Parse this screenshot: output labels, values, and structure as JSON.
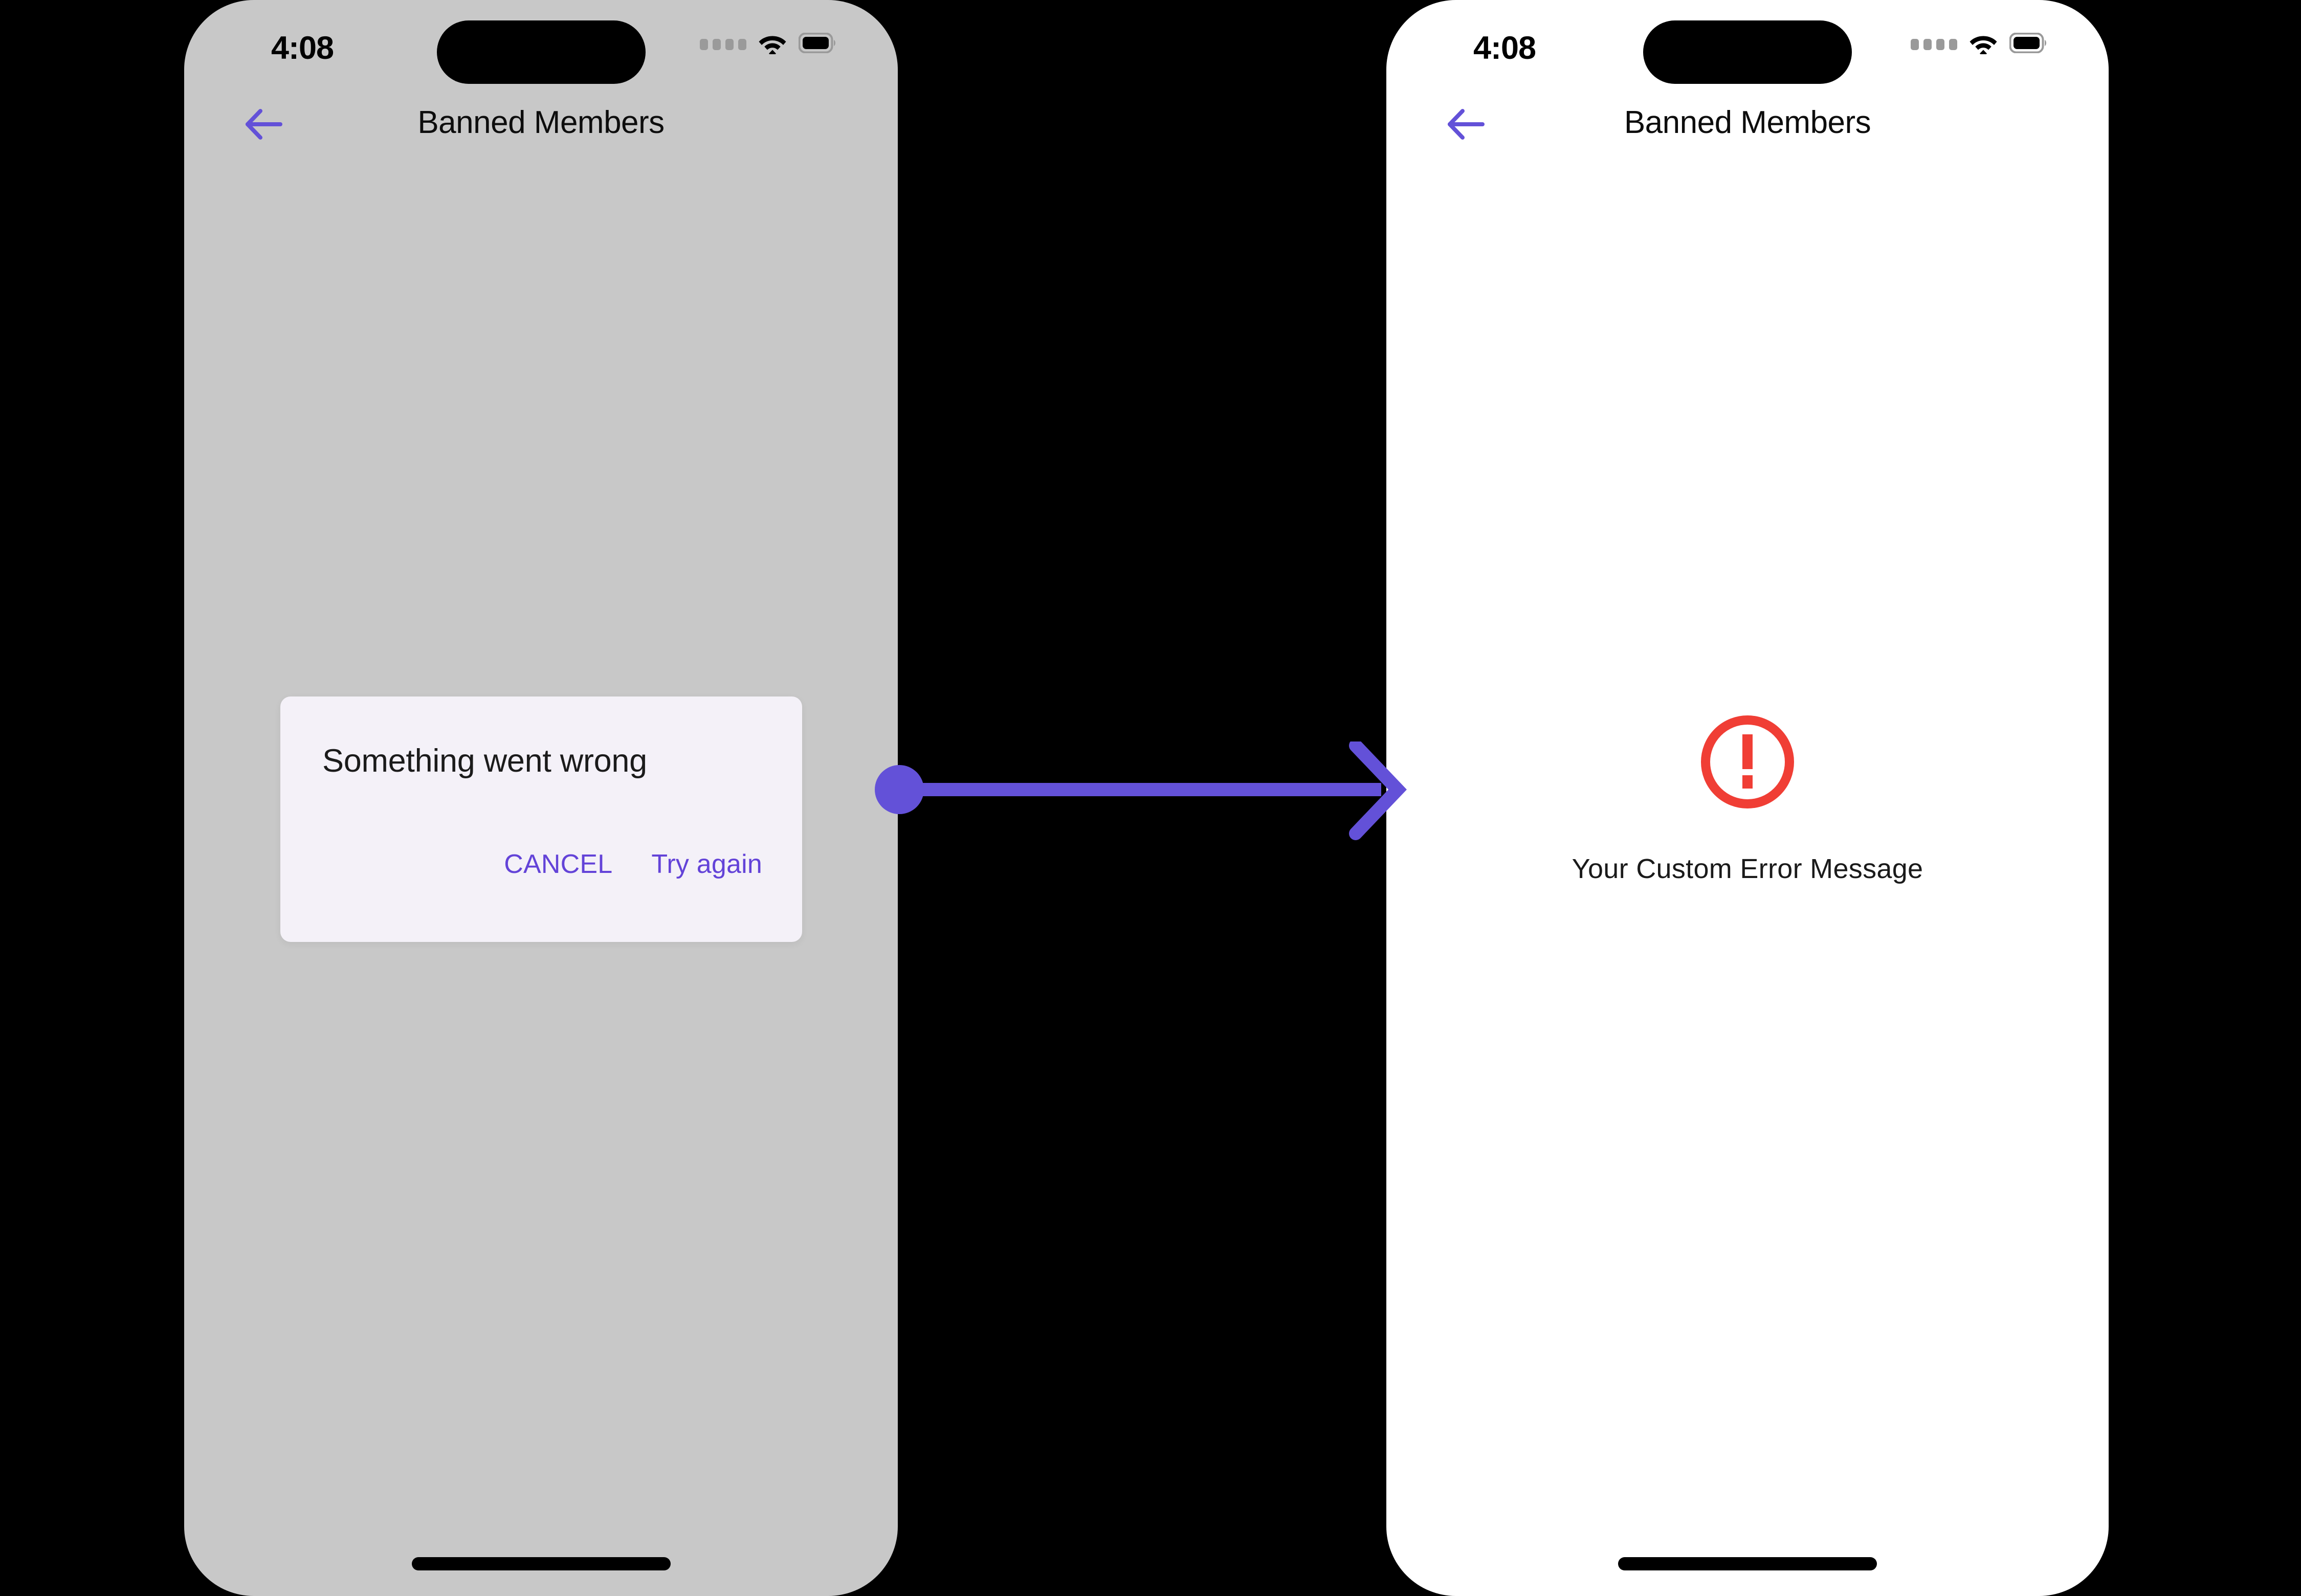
{
  "canvas": {
    "background_color": "#000000",
    "accent_purple": "#6351D8",
    "error_red": "#F03E35"
  },
  "screens": [
    {
      "id": "left",
      "frame_background": "#C8C8C8",
      "status_bar": {
        "time": "4:08",
        "cellular_icon": "cellular-bars-icon",
        "wifi_icon": "wifi-icon",
        "battery_icon": "battery-full-icon"
      },
      "nav": {
        "back_icon": "back-arrow-icon",
        "title": "Banned Members"
      },
      "dialog": {
        "title": "Something went wrong",
        "background_color": "#F4F1F8",
        "buttons": [
          {
            "label": "CANCEL",
            "name": "cancel-button"
          },
          {
            "label": "Try again",
            "name": "try-again-button"
          }
        ]
      }
    },
    {
      "id": "right",
      "frame_background": "#FFFFFF",
      "status_bar": {
        "time": "4:08",
        "cellular_icon": "cellular-bars-icon",
        "wifi_icon": "wifi-icon",
        "battery_icon": "battery-full-icon"
      },
      "nav": {
        "back_icon": "back-arrow-icon",
        "title": "Banned Members"
      },
      "error_state": {
        "icon": "error-exclamation-circle-icon",
        "icon_color": "#F03E35",
        "message": "Your Custom Error Message"
      }
    }
  ],
  "connector": {
    "type": "arrow",
    "color": "#6351D8",
    "start_marker": "circle-dot",
    "end_marker": "chevron-arrowhead"
  }
}
